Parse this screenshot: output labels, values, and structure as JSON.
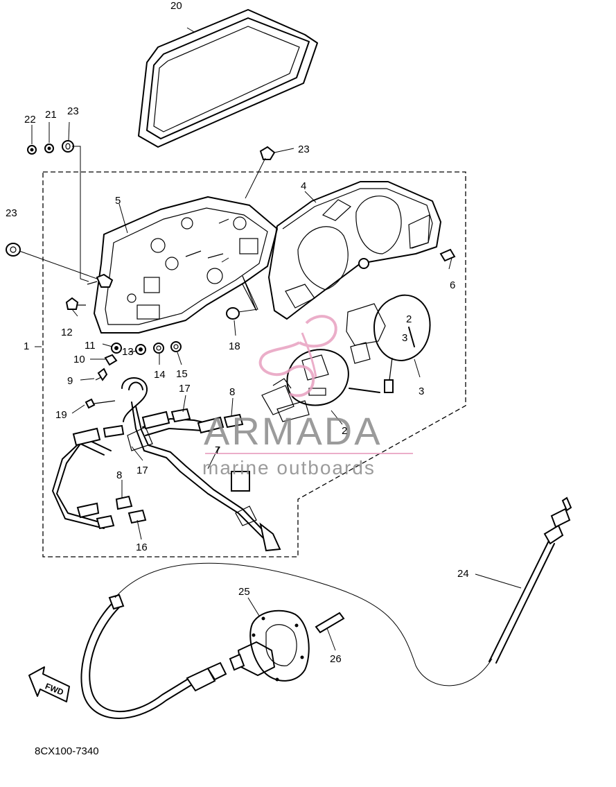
{
  "diagram": {
    "callouts": [
      "1",
      "2",
      "3",
      "4",
      "5",
      "6",
      "7",
      "8",
      "8",
      "9",
      "10",
      "11",
      "12",
      "13",
      "14",
      "15",
      "16",
      "17",
      "17",
      "18",
      "19",
      "20",
      "21",
      "22",
      "23",
      "23",
      "23",
      "24",
      "25",
      "26"
    ],
    "drawing_code": "8CX100-7340",
    "fwd_label": "FWD"
  },
  "watermark": {
    "brand": "ARMADA",
    "tagline": "marine outboards",
    "colors": {
      "logo": "#e8a0c0",
      "text": "#8a8a8a"
    }
  }
}
